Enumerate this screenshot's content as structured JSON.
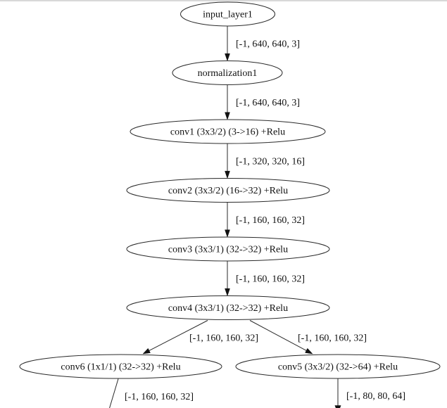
{
  "page": {
    "background": "#ffffff",
    "top_border_color": "#d8d8d8"
  },
  "diagram": {
    "type": "graphviz-network-graph",
    "colors": {
      "node_fill": "#ffffff",
      "node_stroke": "#2a2a2a",
      "edge_stroke": "#2a2a2a",
      "text": "#111111"
    },
    "nodes": [
      {
        "id": "input_layer1",
        "label": "input_layer1"
      },
      {
        "id": "normalization1",
        "label": "normalization1"
      },
      {
        "id": "conv1",
        "label": "conv1 (3x3/2) (3->16) +Relu"
      },
      {
        "id": "conv2",
        "label": "conv2 (3x3/2) (16->32) +Relu"
      },
      {
        "id": "conv3",
        "label": "conv3 (3x3/1) (32->32) +Relu"
      },
      {
        "id": "conv4",
        "label": "conv4 (3x3/1) (32->32) +Relu"
      },
      {
        "id": "conv6",
        "label": "conv6 (1x1/1) (32->32) +Relu"
      },
      {
        "id": "conv5",
        "label": "conv5 (3x3/2) (32->64) +Relu"
      }
    ],
    "edges": [
      {
        "from": "input_layer1",
        "to": "normalization1",
        "label": "[-1, 640, 640, 3]"
      },
      {
        "from": "normalization1",
        "to": "conv1",
        "label": "[-1, 640, 640, 3]"
      },
      {
        "from": "conv1",
        "to": "conv2",
        "label": "[-1, 320, 320, 16]"
      },
      {
        "from": "conv2",
        "to": "conv3",
        "label": "[-1, 160, 160, 32]"
      },
      {
        "from": "conv3",
        "to": "conv4",
        "label": "[-1, 160, 160, 32]"
      },
      {
        "from": "conv4",
        "to": "conv6",
        "label": "[-1, 160, 160, 32]"
      },
      {
        "from": "conv4",
        "to": "conv5",
        "label": "[-1, 160, 160, 32]"
      },
      {
        "from": "conv6",
        "to": "",
        "label": "[-1, 160, 160, 32]"
      },
      {
        "from": "conv5",
        "to": "",
        "label": "[-1, 80, 80, 64]"
      }
    ]
  }
}
